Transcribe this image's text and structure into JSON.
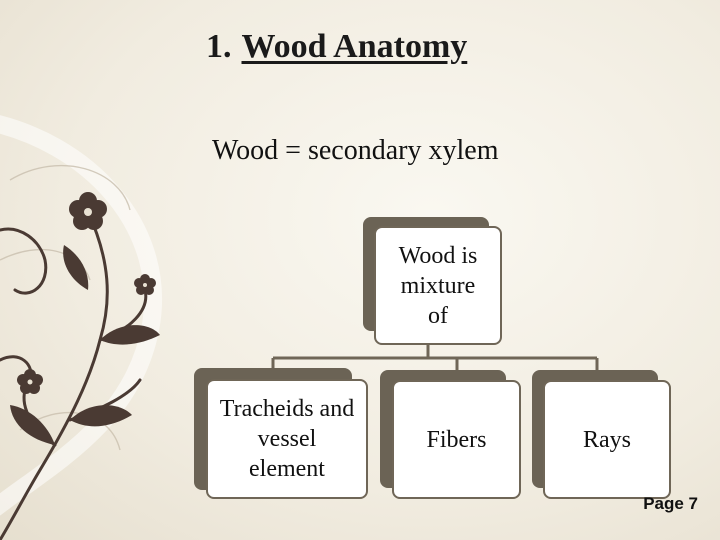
{
  "title": {
    "number": "1.",
    "text": "Wood Anatomy"
  },
  "subtitle": "Wood =  secondary xylem",
  "diagram": {
    "root": "Wood is mixture of",
    "children": [
      "Tracheids and vessel element",
      "Fibers",
      "Rays"
    ]
  },
  "footer": {
    "page_label": "Page 7"
  },
  "colors": {
    "box_border": "#6f6657",
    "shadow": "#6b6355",
    "floral": "#4a3a33"
  }
}
